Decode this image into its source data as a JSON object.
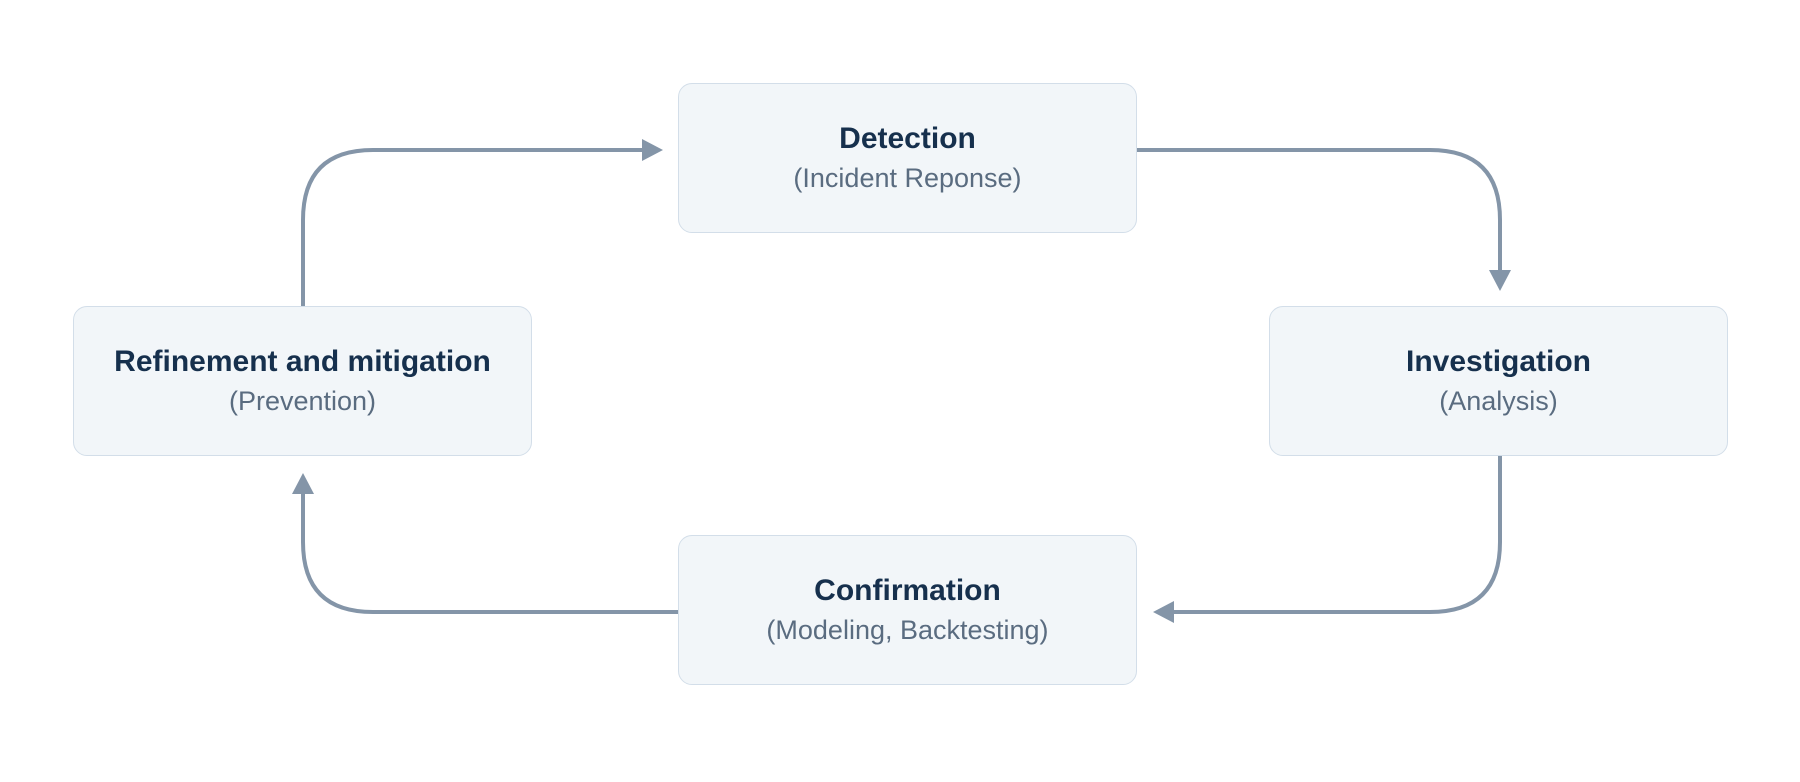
{
  "diagram": {
    "description": "Four-stage cyclical process diagram",
    "nodes": [
      {
        "id": "detection",
        "title": "Detection",
        "subtitle": "(Incident Reponse)"
      },
      {
        "id": "investigation",
        "title": "Investigation",
        "subtitle": "(Analysis)"
      },
      {
        "id": "confirmation",
        "title": "Confirmation",
        "subtitle": "(Modeling, Backtesting)"
      },
      {
        "id": "refinement",
        "title": "Refinement and mitigation",
        "subtitle": "(Prevention)"
      }
    ],
    "edges": [
      {
        "from": "detection",
        "to": "investigation"
      },
      {
        "from": "investigation",
        "to": "confirmation"
      },
      {
        "from": "confirmation",
        "to": "refinement"
      },
      {
        "from": "refinement",
        "to": "detection"
      }
    ]
  },
  "colors": {
    "canvas_bg": "#ffffff",
    "node_bg": "#f2f6f9",
    "node_border": "#d3dee9",
    "title": "#16304d",
    "subtitle": "#5a6c80",
    "arrow": "#8495a8"
  }
}
